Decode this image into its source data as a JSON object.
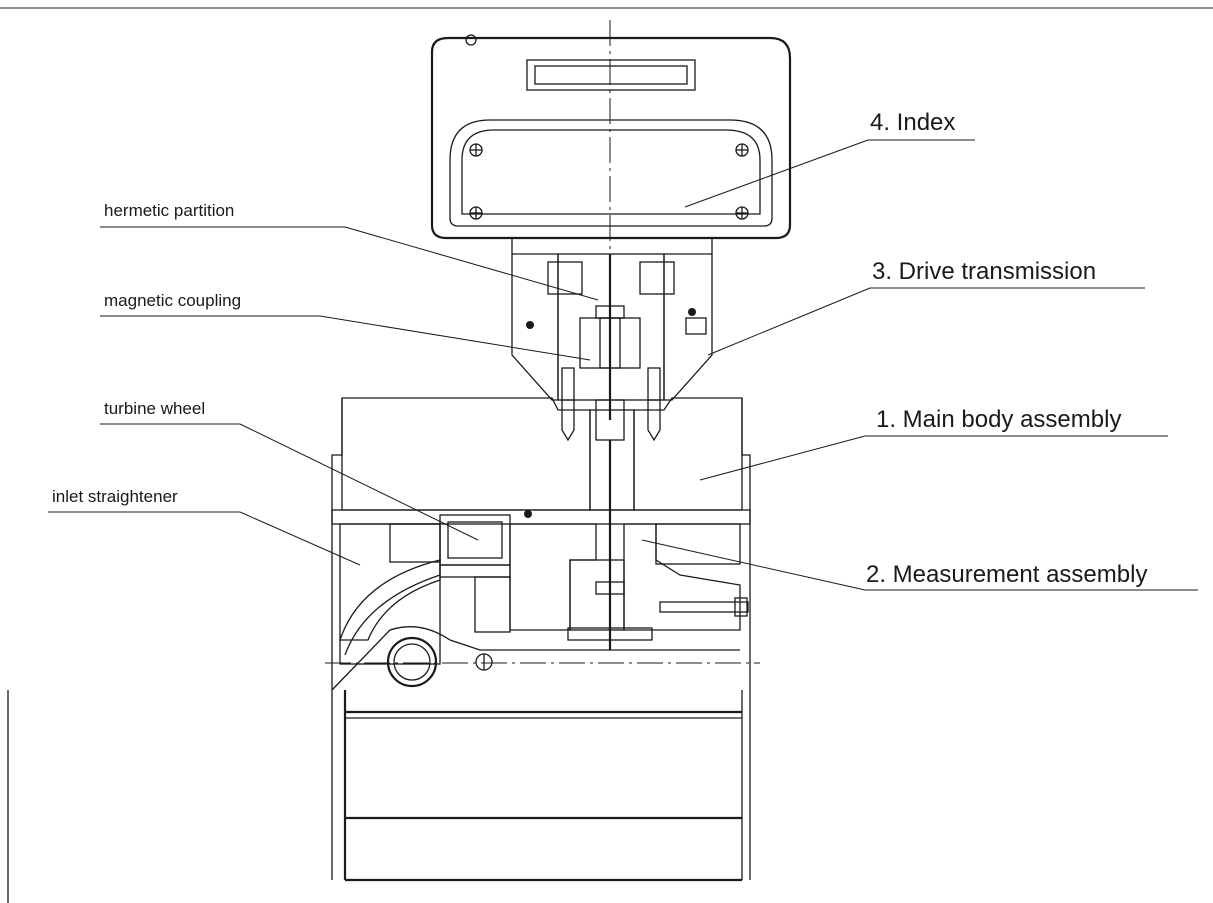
{
  "diagram": {
    "labels_left": {
      "hermetic_partition": "hermetic partition",
      "magnetic_coupling": "magnetic coupling",
      "turbine_wheel": "turbine wheel",
      "inlet_straightener": "inlet straightener"
    },
    "labels_right": {
      "index": "4. Index",
      "drive_transmission": "3. Drive transmission",
      "main_body_assembly": "1. Main body assembly",
      "measurement_assembly": "2. Measurement assembly"
    }
  }
}
